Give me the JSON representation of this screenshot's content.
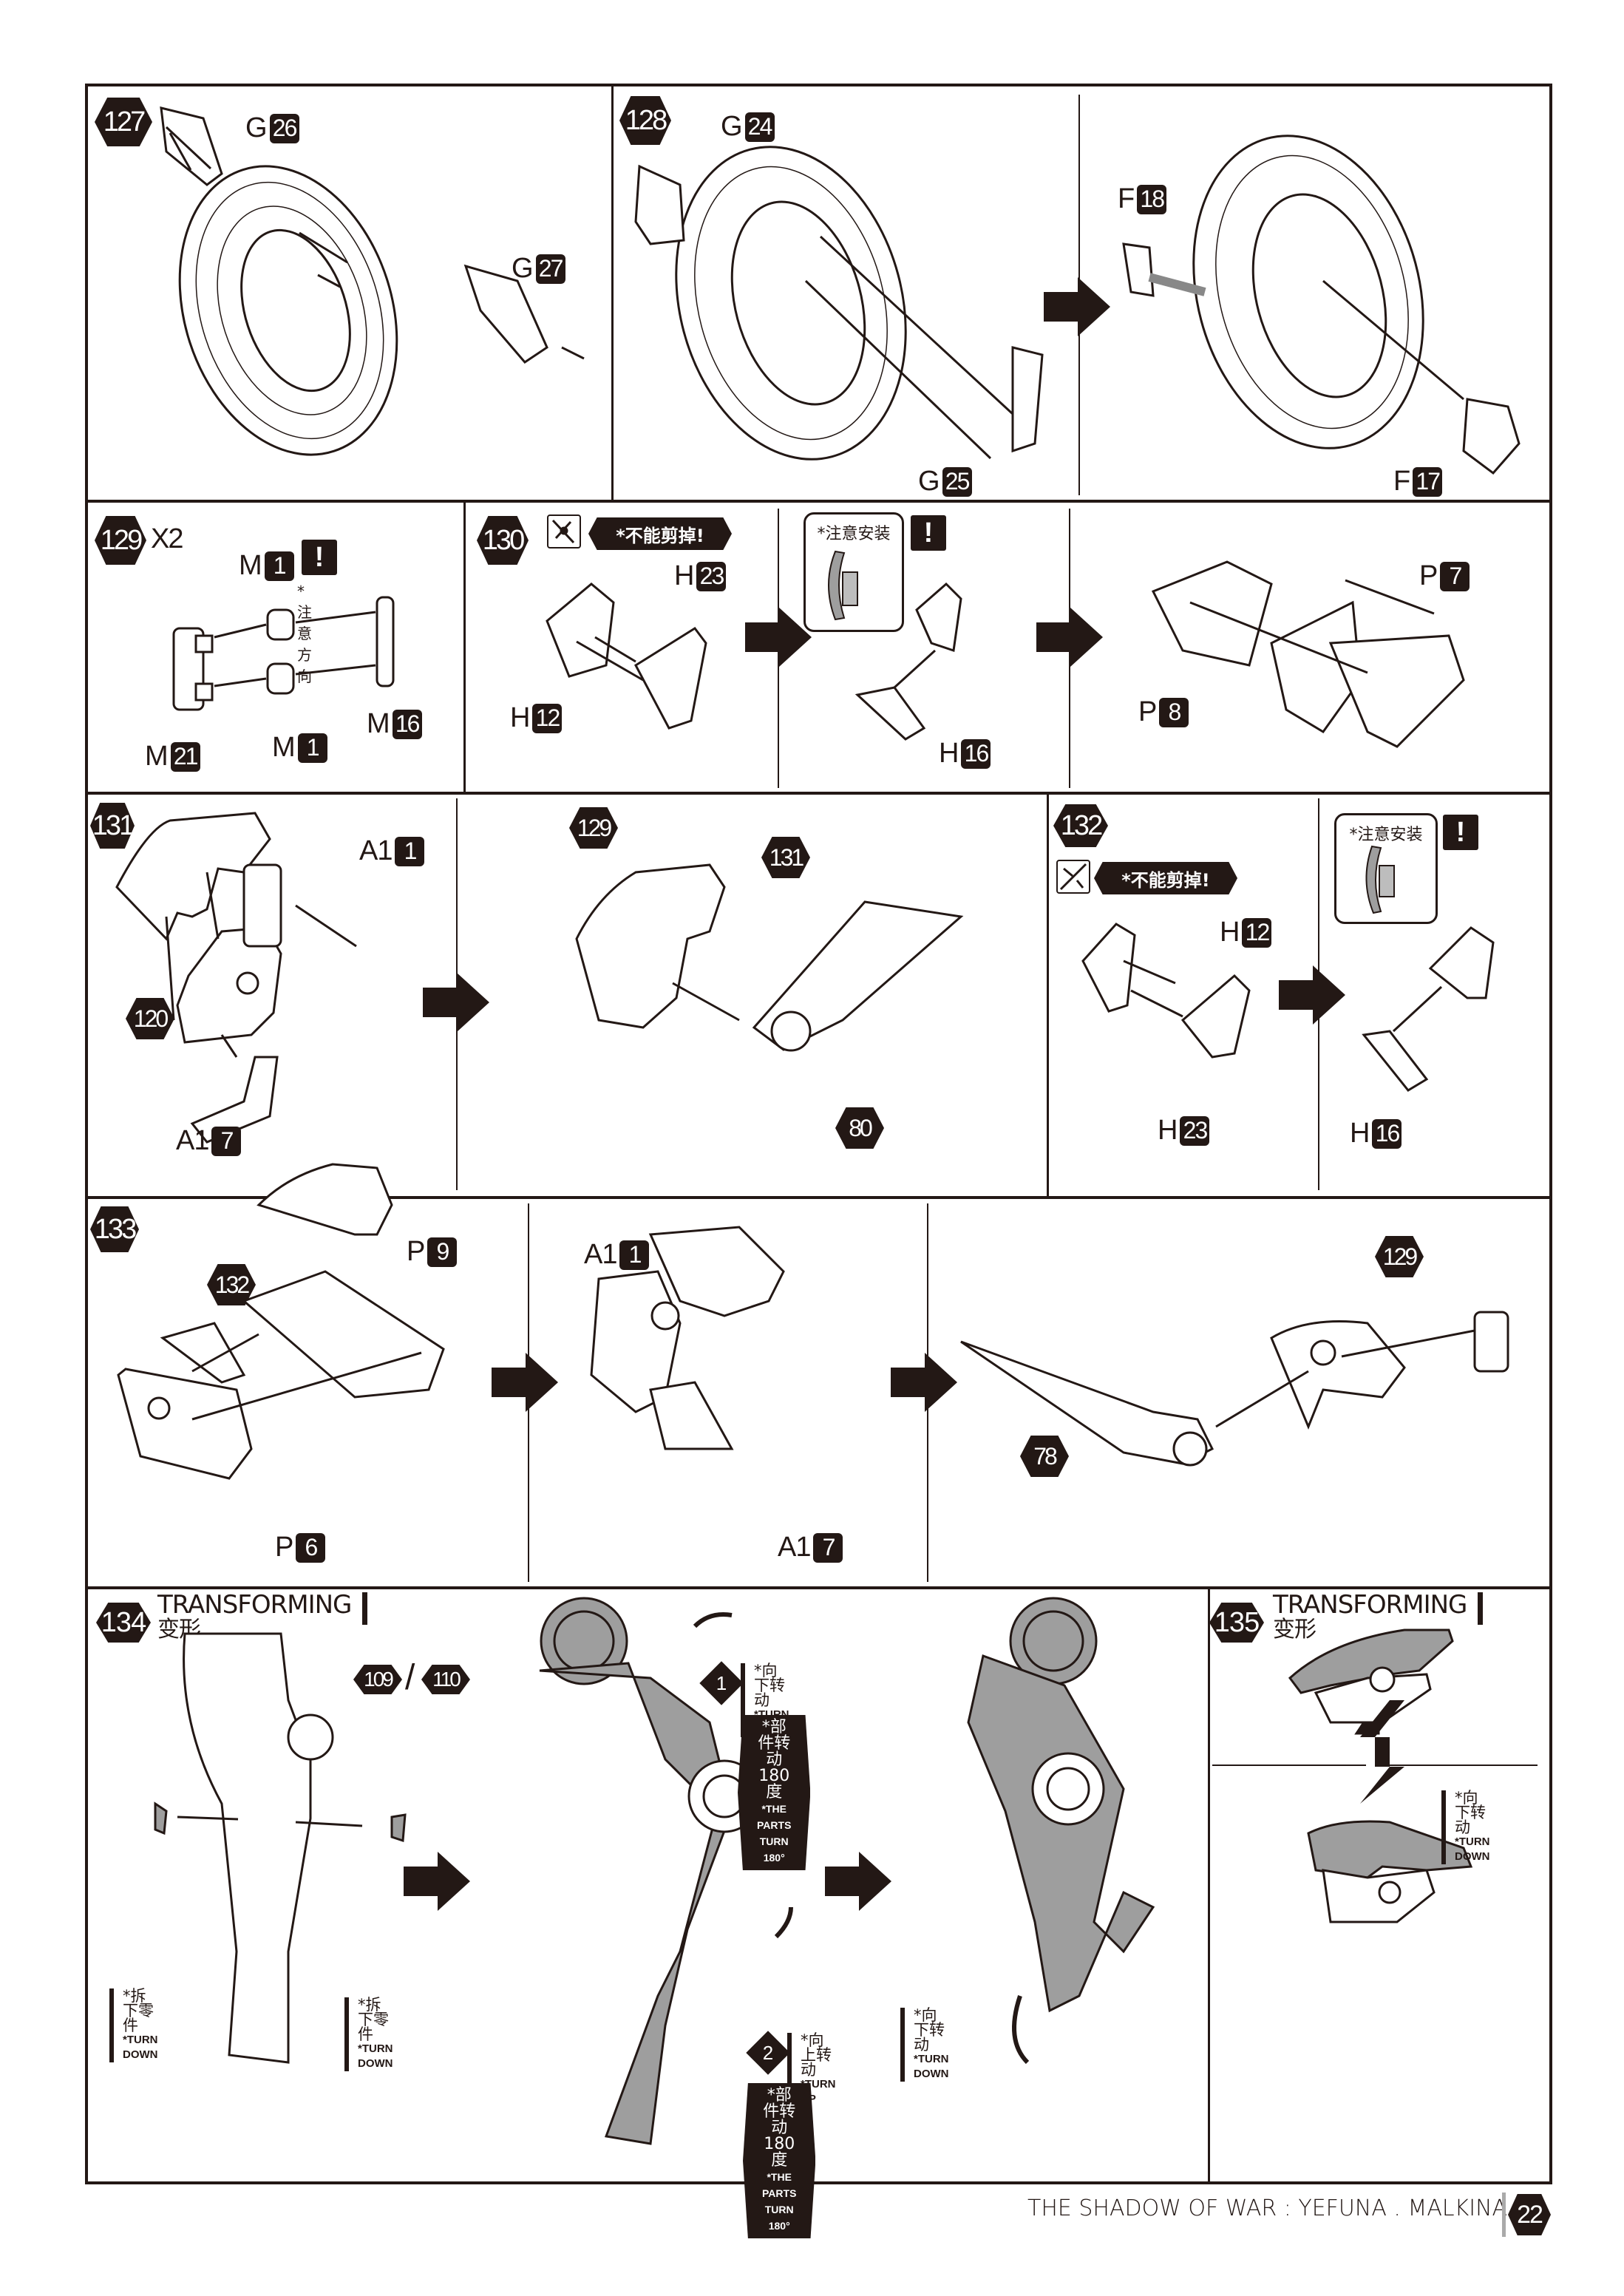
{
  "document": {
    "footer_title": "THE SHADOW OF WAR : YEFUNA . MALKINA",
    "page_number": "22",
    "colors": {
      "ink": "#231815",
      "part_gray": "#9e9e9e",
      "paper": "#ffffff"
    }
  },
  "steps": {
    "s127": {
      "number": "127",
      "parts": [
        {
          "runner": "G",
          "num": "26"
        },
        {
          "runner": "G",
          "num": "27"
        }
      ]
    },
    "s128": {
      "number": "128",
      "parts": [
        {
          "runner": "G",
          "num": "24"
        },
        {
          "runner": "G",
          "num": "25"
        },
        {
          "runner": "F",
          "num": "18"
        },
        {
          "runner": "F",
          "num": "17"
        }
      ]
    },
    "s129": {
      "number": "129",
      "multiplier": "X2",
      "note": "*注意方向",
      "warning_icon": "!",
      "parts": [
        {
          "runner": "M",
          "num": "1"
        },
        {
          "runner": "M",
          "num": "1"
        },
        {
          "runner": "M",
          "num": "16"
        },
        {
          "runner": "M",
          "num": "21"
        }
      ]
    },
    "s130": {
      "number": "130",
      "no_cut_label": "*不能剪掉!",
      "install_note": "*注意安装",
      "warning_icon": "!",
      "parts": [
        {
          "runner": "H",
          "num": "23"
        },
        {
          "runner": "H",
          "num": "12"
        },
        {
          "runner": "H",
          "num": "16"
        },
        {
          "runner": "P",
          "num": "7"
        },
        {
          "runner": "P",
          "num": "8"
        }
      ]
    },
    "s131": {
      "number": "131",
      "refs": [
        "120",
        "129",
        "131",
        "80"
      ],
      "parts": [
        {
          "runner": "A1",
          "num": "1"
        },
        {
          "runner": "A1",
          "num": "7"
        }
      ]
    },
    "s132": {
      "number": "132",
      "no_cut_label": "*不能剪掉!",
      "install_note": "*注意安装",
      "warning_icon": "!",
      "parts": [
        {
          "runner": "H",
          "num": "12"
        },
        {
          "runner": "H",
          "num": "23"
        },
        {
          "runner": "H",
          "num": "16"
        }
      ]
    },
    "s133": {
      "number": "133",
      "refs": [
        "132",
        "129",
        "78"
      ],
      "parts": [
        {
          "runner": "P",
          "num": "9"
        },
        {
          "runner": "P",
          "num": "6"
        },
        {
          "runner": "A1",
          "num": "1"
        },
        {
          "runner": "A1",
          "num": "7"
        }
      ]
    },
    "s134": {
      "number": "134",
      "title_en": "TRANSFORMING",
      "title_cn": "变形",
      "refs": [
        "109",
        "110"
      ],
      "ref_sep": "/",
      "remove_left": {
        "cn": "*拆下零件",
        "en": "*TURN DOWN"
      },
      "remove_right": {
        "cn": "*拆下零件",
        "en": "*TURN DOWN"
      },
      "op1": {
        "num": "1",
        "cn": "*向下转动",
        "en": "*TURN DOWN"
      },
      "rotate1": {
        "cn": "*部件转动180度",
        "en": "*THE PARTS TURN 180°"
      },
      "op2": {
        "num": "2",
        "cn": "*向上转动",
        "en": "*TURN UP"
      },
      "rotate2": {
        "cn": "*部件转动180度",
        "en": "*THE PARTS TURN 180°"
      },
      "op3": {
        "cn": "*向下转动",
        "en": "*TURN DOWN"
      }
    },
    "s135": {
      "number": "135",
      "title_en": "TRANSFORMING",
      "title_cn": "变形",
      "op": {
        "cn": "*向下转动",
        "en": "*TURN DOWN"
      }
    }
  }
}
